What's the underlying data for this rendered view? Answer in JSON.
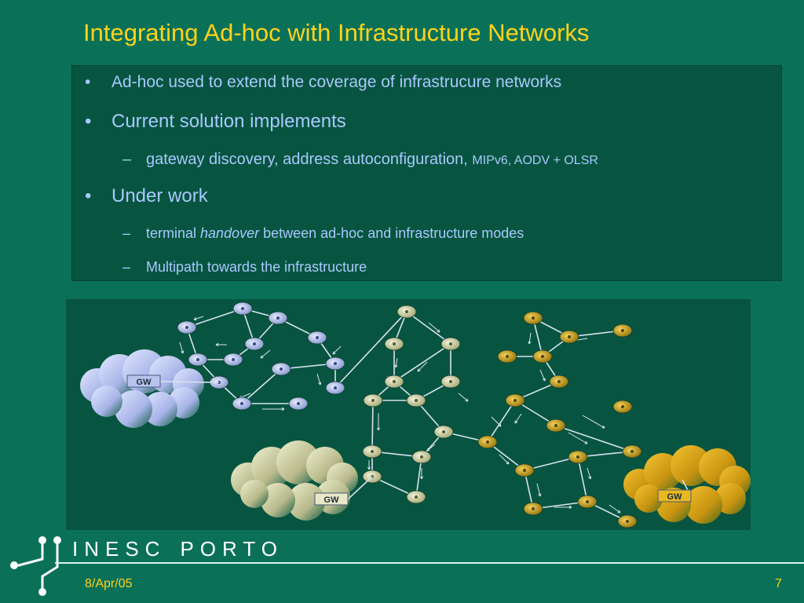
{
  "slide": {
    "title": "Integrating Ad-hoc with Infrastructure Networks",
    "bullets": [
      {
        "text": "Ad-hoc used to extend the coverage of infrastrucure networks"
      },
      {
        "text": "Current solution implements",
        "sub": [
          {
            "text": "gateway discovery, address autoconfiguration, ",
            "small": "MIPv6, AODV + OLSR"
          }
        ]
      },
      {
        "text": "Under work",
        "sub": [
          {
            "pre": "terminal ",
            "em": "handover",
            "post": " between ad-hoc and infrastructure modes"
          },
          {
            "text": "Multipath towards the infrastructure"
          }
        ]
      }
    ]
  },
  "diagram": {
    "gateway_labels": [
      "GW",
      "GW",
      "GW"
    ],
    "node_colors": {
      "blue": "#aebde6",
      "khaki": "#d2d6a8",
      "gold": "#c9a21c"
    },
    "cloud_colors": {
      "blue": "#a8b4e8",
      "khaki": "#c4c59a",
      "gold": "#d9a81a"
    }
  },
  "logo": {
    "text_a": "INESC",
    "text_b": "PORTO"
  },
  "footer": {
    "date": "8/Apr/05",
    "page_number": "7"
  }
}
